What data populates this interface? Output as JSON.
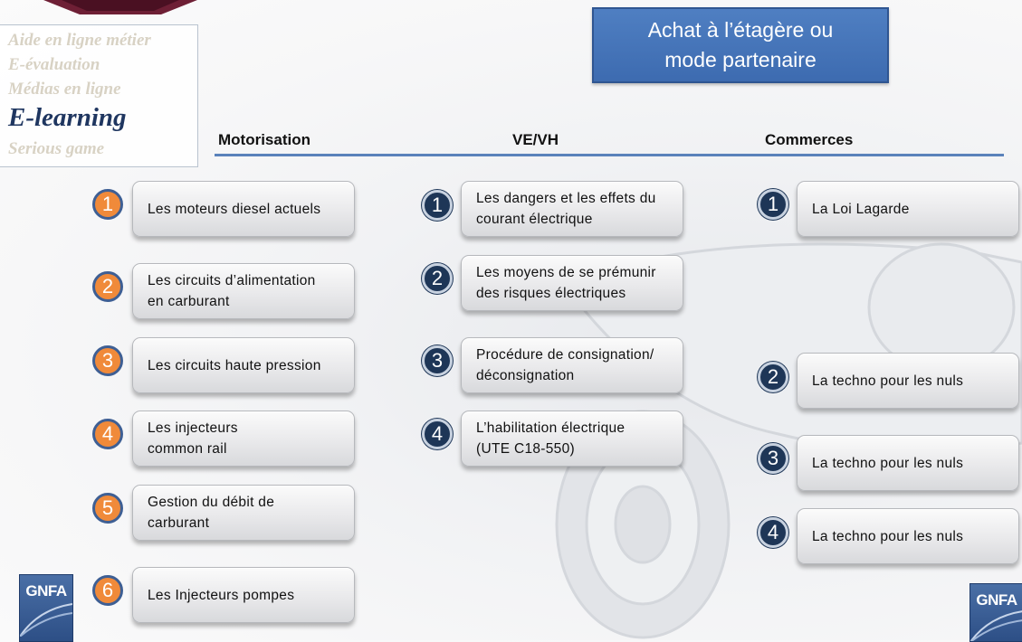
{
  "menu": {
    "items": [
      {
        "label": "Aide en ligne métier"
      },
      {
        "label": "E-évaluation"
      },
      {
        "label": "Médias en ligne"
      },
      {
        "label": "E-learning"
      },
      {
        "label": "Serious game"
      }
    ],
    "active_index": 3
  },
  "banner": {
    "line1": "Achat à l’étagère ou",
    "line2": "mode partenaire"
  },
  "columns": [
    {
      "header": "Motorisation",
      "badge_color": "#f08a3a",
      "items": [
        {
          "num": "1",
          "label": "Les moteurs diesel actuels"
        },
        {
          "num": "2",
          "label": "Les circuits d’alimentation\nen carburant"
        },
        {
          "num": "3",
          "label": "Les circuits haute pression"
        },
        {
          "num": "4",
          "label": "Les injecteurs\ncommon rail"
        },
        {
          "num": "5",
          "label": "Gestion du débit de\ncarburant"
        },
        {
          "num": "6",
          "label": "Les Injecteurs pompes"
        }
      ]
    },
    {
      "header": "VE/VH",
      "badge_color": "#1e3657",
      "items": [
        {
          "num": "1",
          "label": "Les dangers et les effets du\ncourant électrique"
        },
        {
          "num": "2",
          "label": "Les moyens de se prémunir\ndes risques électriques"
        },
        {
          "num": "3",
          "label": "Procédure de consignation/\ndéconsignation"
        },
        {
          "num": "4",
          "label": "L’habilitation électrique\n(UTE C18-550)"
        }
      ]
    },
    {
      "header": "Commerces",
      "badge_color": "#1e3657",
      "items": [
        {
          "num": "1",
          "label": "La Loi Lagarde"
        },
        {
          "num": "2",
          "label": "La techno pour les nuls"
        },
        {
          "num": "3",
          "label": "La techno pour les nuls"
        },
        {
          "num": "4",
          "label": "La techno pour les nuls"
        }
      ]
    }
  ],
  "logos": {
    "left": "GNFA",
    "right": "GNFA"
  },
  "colors": {
    "accent": "#3d6bb0",
    "rule": "#5a82bb",
    "orange": "#f08a3a",
    "navy": "#1e3657"
  }
}
